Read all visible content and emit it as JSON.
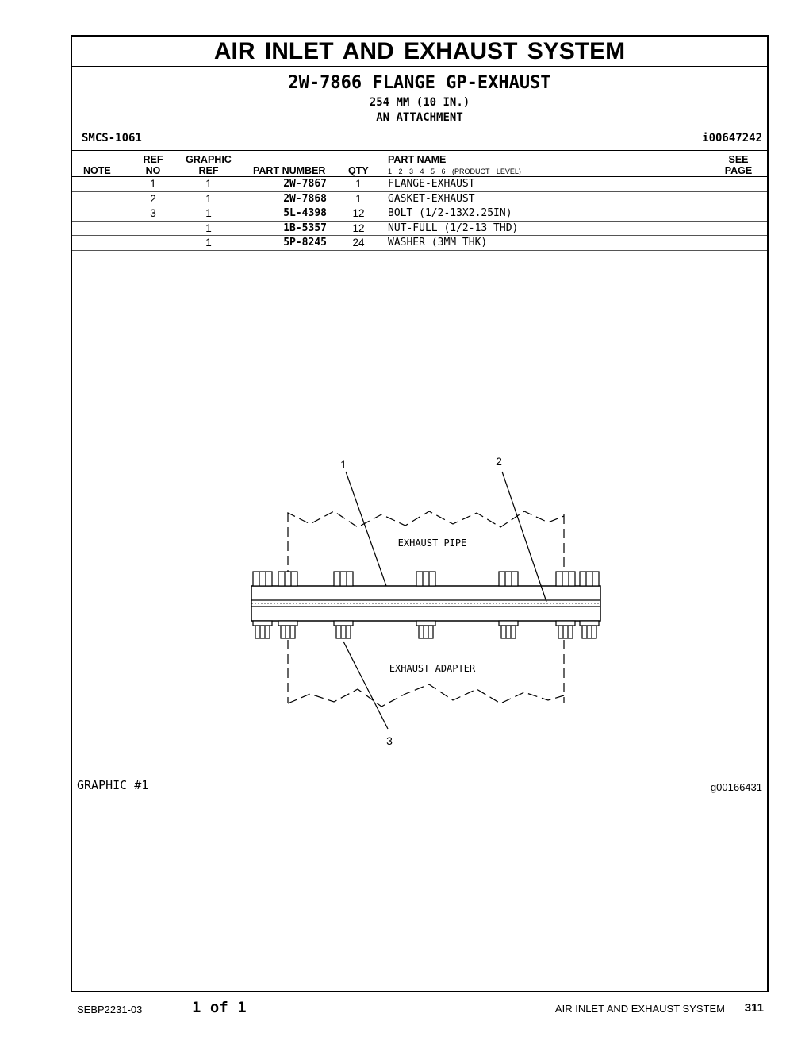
{
  "section_title": "AIR INLET AND EXHAUST SYSTEM",
  "group": {
    "title": "2W-7866 FLANGE GP-EXHAUST",
    "size": "254 MM (10 IN.)",
    "attachment": "AN ATTACHMENT"
  },
  "smcs": "SMCS-1061",
  "illustration_id": "i00647242",
  "table": {
    "headers": {
      "note": "NOTE",
      "ref_no_1": "REF",
      "ref_no_2": "NO",
      "graphic_ref_1": "GRAPHIC",
      "graphic_ref_2": "REF",
      "part_number": "PART NUMBER",
      "qty": "QTY",
      "part_name": "PART NAME",
      "levels": "1 2 3 4 5 6 (PRODUCT LEVEL)",
      "see_page_1": "SEE",
      "see_page_2": "PAGE"
    },
    "rows": [
      {
        "ref_no": "1",
        "graphic_ref": "1",
        "part_number": "2W-7867",
        "qty": "1",
        "part_name": "FLANGE-EXHAUST"
      },
      {
        "ref_no": "2",
        "graphic_ref": "1",
        "part_number": "2W-7868",
        "qty": "1",
        "part_name": "GASKET-EXHAUST"
      },
      {
        "ref_no": "3",
        "graphic_ref": "1",
        "part_number": "5L-4398",
        "qty": "12",
        "part_name": "BOLT (1/2-13X2.25IN)"
      },
      {
        "ref_no": "",
        "graphic_ref": "1",
        "part_number": "1B-5357",
        "qty": "12",
        "part_name": "NUT-FULL (1/2-13 THD)"
      },
      {
        "ref_no": "",
        "graphic_ref": "1",
        "part_number": "5P-8245",
        "qty": "24",
        "part_name": "WASHER (3MM THK)"
      }
    ]
  },
  "drawing": {
    "callout_1": "1",
    "callout_2": "2",
    "callout_3": "3",
    "label_pipe": "EXHAUST PIPE",
    "label_adapter": "EXHAUST ADAPTER"
  },
  "graphic_label": "GRAPHIC #1",
  "graphic_id": "g00166431",
  "footer": {
    "doc_number": "SEBP2231-03",
    "page_of": "1 of 1",
    "section": "AIR INLET AND EXHAUST SYSTEM",
    "page_number": "311"
  }
}
